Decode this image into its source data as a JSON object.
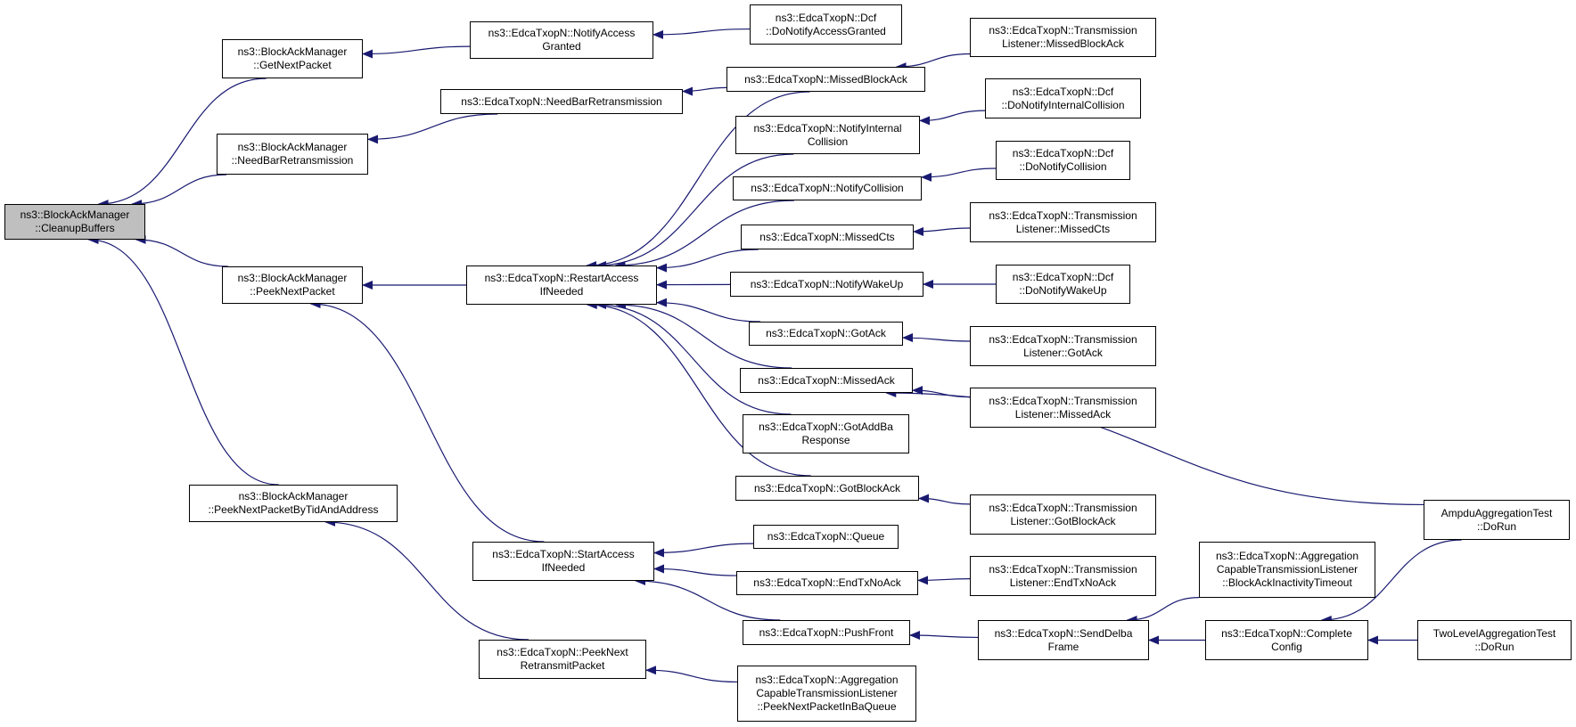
{
  "graph": {
    "root": "cleanup",
    "nodes": {
      "cleanup": "ns3::BlockAckManager\n::CleanupBuffers",
      "getnext": "ns3::BlockAckManager\n::GetNextPacket",
      "needbar": "ns3::BlockAckManager\n::NeedBarRetransmission",
      "peeknext": "ns3::BlockAckManager\n::PeekNextPacket",
      "peektid": "ns3::BlockAckManager\n::PeekNextPacketByTidAndAddress",
      "notifyaccess": "ns3::EdcaTxopN::NotifyAccess\nGranted",
      "needbar2": "ns3::EdcaTxopN::NeedBarRetransmission",
      "restart": "ns3::EdcaTxopN::RestartAccess\nIfNeeded",
      "startaccess": "ns3::EdcaTxopN::StartAccess\nIfNeeded",
      "peekretx": "ns3::EdcaTxopN::PeekNext\nRetransmitPacket",
      "dcfgranted": "ns3::EdcaTxopN::Dcf\n::DoNotifyAccessGranted",
      "missedba": "ns3::EdcaTxopN::MissedBlockAck",
      "notifyint": "ns3::EdcaTxopN::NotifyInternal\nCollision",
      "notifycoll": "ns3::EdcaTxopN::NotifyCollision",
      "missedcts": "ns3::EdcaTxopN::MissedCts",
      "wakeup": "ns3::EdcaTxopN::NotifyWakeUp",
      "gotack": "ns3::EdcaTxopN::GotAck",
      "missedack": "ns3::EdcaTxopN::MissedAck",
      "gotaddba": "ns3::EdcaTxopN::GotAddBa\nResponse",
      "gotblockack": "ns3::EdcaTxopN::GotBlockAck",
      "queue": "ns3::EdcaTxopN::Queue",
      "endtx": "ns3::EdcaTxopN::EndTxNoAck",
      "pushfront": "ns3::EdcaTxopN::PushFront",
      "aggpeek": "ns3::EdcaTxopN::Aggregation\nCapableTransmissionListener\n::PeekNextPacketInBaQueue",
      "tlmissedba": "ns3::EdcaTxopN::Transmission\nListener::MissedBlockAck",
      "dcfint": "ns3::EdcaTxopN::Dcf\n::DoNotifyInternalCollision",
      "dcfcoll": "ns3::EdcaTxopN::Dcf\n::DoNotifyCollision",
      "tlmissedcts": "ns3::EdcaTxopN::Transmission\nListener::MissedCts",
      "dcfwake": "ns3::EdcaTxopN::Dcf\n::DoNotifyWakeUp",
      "tlgotack": "ns3::EdcaTxopN::Transmission\nListener::GotAck",
      "tlmissedack": "ns3::EdcaTxopN::Transmission\nListener::MissedAck",
      "tlgotba": "ns3::EdcaTxopN::Transmission\nListener::GotBlockAck",
      "tlendtx": "ns3::EdcaTxopN::Transmission\nListener::EndTxNoAck",
      "senddelba": "ns3::EdcaTxopN::SendDelba\nFrame",
      "agginact": "ns3::EdcaTxopN::Aggregation\nCapableTransmissionListener\n::BlockAckInactivityTimeout",
      "complete": "ns3::EdcaTxopN::Complete\nConfig",
      "ampdu": "AmpduAggregationTest\n::DoRun",
      "twolevel": "TwoLevelAggregationTest\n::DoRun"
    },
    "edges": [
      [
        "getnext",
        "cleanup"
      ],
      [
        "needbar",
        "cleanup"
      ],
      [
        "peeknext",
        "cleanup"
      ],
      [
        "peektid",
        "cleanup"
      ],
      [
        "notifyaccess",
        "getnext"
      ],
      [
        "needbar2",
        "needbar"
      ],
      [
        "restart",
        "peeknext"
      ],
      [
        "startaccess",
        "peeknext"
      ],
      [
        "peekretx",
        "peektid"
      ],
      [
        "dcfgranted",
        "notifyaccess"
      ],
      [
        "missedba",
        "needbar2"
      ],
      [
        "missedba",
        "restart"
      ],
      [
        "notifyint",
        "restart"
      ],
      [
        "notifycoll",
        "restart"
      ],
      [
        "missedcts",
        "restart"
      ],
      [
        "wakeup",
        "restart"
      ],
      [
        "gotack",
        "restart"
      ],
      [
        "missedack",
        "restart"
      ],
      [
        "gotaddba",
        "restart"
      ],
      [
        "gotblockack",
        "restart"
      ],
      [
        "queue",
        "startaccess"
      ],
      [
        "endtx",
        "startaccess"
      ],
      [
        "pushfront",
        "startaccess"
      ],
      [
        "aggpeek",
        "peekretx"
      ],
      [
        "tlmissedba",
        "missedba"
      ],
      [
        "dcfint",
        "notifyint"
      ],
      [
        "dcfcoll",
        "notifycoll"
      ],
      [
        "tlmissedcts",
        "missedcts"
      ],
      [
        "dcfwake",
        "wakeup"
      ],
      [
        "tlgotack",
        "gotack"
      ],
      [
        "tlmissedack",
        "missedack"
      ],
      [
        "ampdu",
        "missedack"
      ],
      [
        "tlgotba",
        "gotblockack"
      ],
      [
        "tlendtx",
        "endtx"
      ],
      [
        "senddelba",
        "pushfront"
      ],
      [
        "agginact",
        "senddelba"
      ],
      [
        "complete",
        "senddelba"
      ],
      [
        "ampdu",
        "complete"
      ],
      [
        "twolevel",
        "complete"
      ]
    ]
  }
}
